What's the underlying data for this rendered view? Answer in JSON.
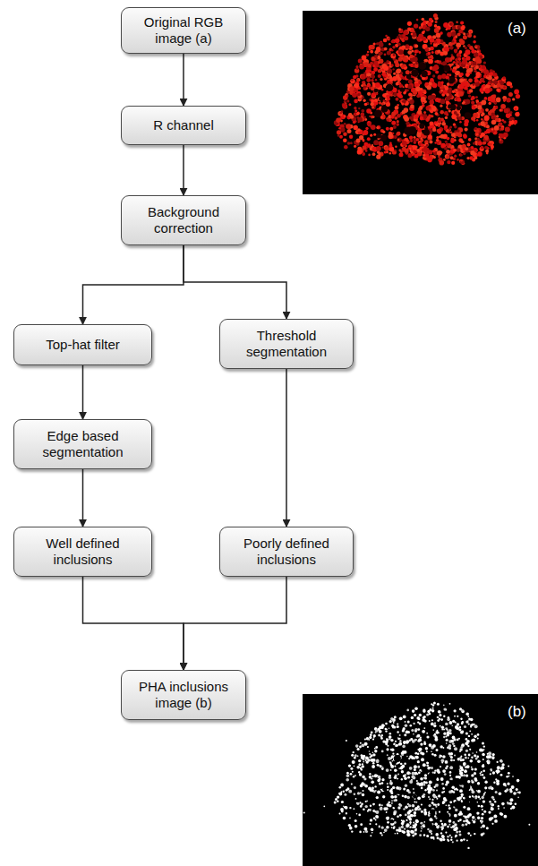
{
  "diagram": {
    "nodes": [
      {
        "text": [
          "Original RGB image (a)"
        ]
      },
      {
        "text": [
          "R channel"
        ]
      },
      {
        "text": [
          "Background correction"
        ]
      },
      {
        "text": [
          "Top-hat filter"
        ]
      },
      {
        "text": [
          "Threshold segmentation"
        ]
      },
      {
        "text": [
          "Edge based segmentation"
        ]
      },
      {
        "text": [
          "Well defined inclusions"
        ]
      },
      {
        "text": [
          "Poorly defined inclusions"
        ]
      },
      {
        "text": [
          "PHA inclusions image (b)"
        ]
      }
    ],
    "edges": [
      {
        "from": 0,
        "to": 1,
        "arrow": "to"
      },
      {
        "from": 1,
        "to": 2,
        "arrow": "to"
      },
      {
        "from": 2,
        "to": 3,
        "arrow": "to"
      },
      {
        "from": 2,
        "to": 4,
        "arrow": "to"
      },
      {
        "from": 3,
        "to": 5,
        "arrow": "to"
      },
      {
        "from": 5,
        "to": 6,
        "arrow": "to"
      },
      {
        "from": 4,
        "to": 7,
        "arrow": "to"
      },
      {
        "from": 6,
        "to": 8,
        "arrow": "to"
      },
      {
        "from": 7,
        "to": 8,
        "arrow": "to"
      }
    ],
    "labels": [
      "(a)",
      "(b)"
    ]
  }
}
